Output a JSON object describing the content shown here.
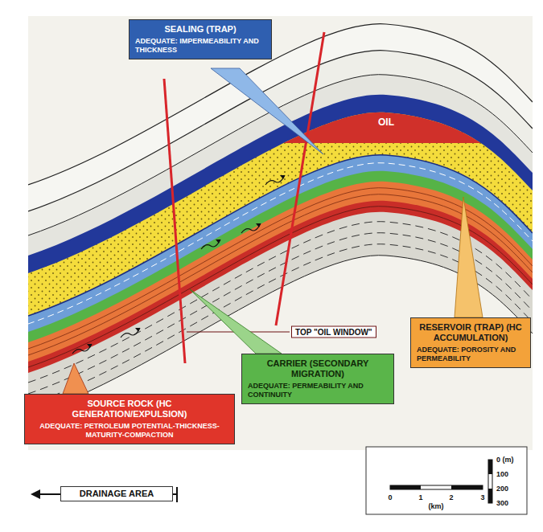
{
  "diagram": {
    "nodes": [
      {
        "text": [
          "SEALING (TRAP)",
          "ADEQUATE: IMPERMEABILITY AND THICKNESS"
        ]
      },
      {
        "text": [
          "RESERVOIR (TRAP) (HC ACCUMULATION)",
          "ADEQUATE: POROSITY AND PERMEABILITY"
        ]
      },
      {
        "text": [
          "CARRIER (SECONDARY MIGRATION)",
          "ADEQUATE: PERMEABILITY AND CONTINUITY"
        ]
      },
      {
        "text": [
          "SOURCE ROCK (HC GENERATION/EXPULSION)",
          "ADEQUATE: PETROLEUM POTENTIAL-THICKNESS-MATURITY-COMPACTION"
        ]
      },
      {
        "text": [
          "DRAINAGE AREA"
        ]
      }
    ],
    "labels": [
      "OIL",
      "TOP \"OIL WINDOW\"",
      "0 (m)",
      "100",
      "200",
      "300",
      "0",
      "1",
      "2",
      "3",
      "(km)"
    ]
  }
}
